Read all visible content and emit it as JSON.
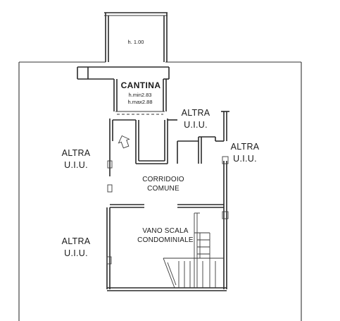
{
  "rooms": {
    "top_room": {
      "height": "h. 1.00"
    },
    "cantina": {
      "name": "CANTINA",
      "h_min": "h.min2.83",
      "h_max": "h.max2.88"
    },
    "altra_top_right": {
      "line1": "ALTRA",
      "line2": "U.I.U."
    },
    "altra_right": {
      "line1": "ALTRA",
      "line2": "U.I.U."
    },
    "altra_left_upper": {
      "line1": "ALTRA",
      "line2": "U.I.U."
    },
    "altra_left_lower": {
      "line1": "ALTRA",
      "line2": "U.I.U."
    },
    "corridoio": {
      "line1": "CORRIDOIO",
      "line2": "COMUNE"
    },
    "vano_scala": {
      "line1": "VANO SCALA",
      "line2": "CONDOMINIALE"
    }
  },
  "colors": {
    "ink": "#2a2a2a",
    "paper": "#ffffff"
  }
}
